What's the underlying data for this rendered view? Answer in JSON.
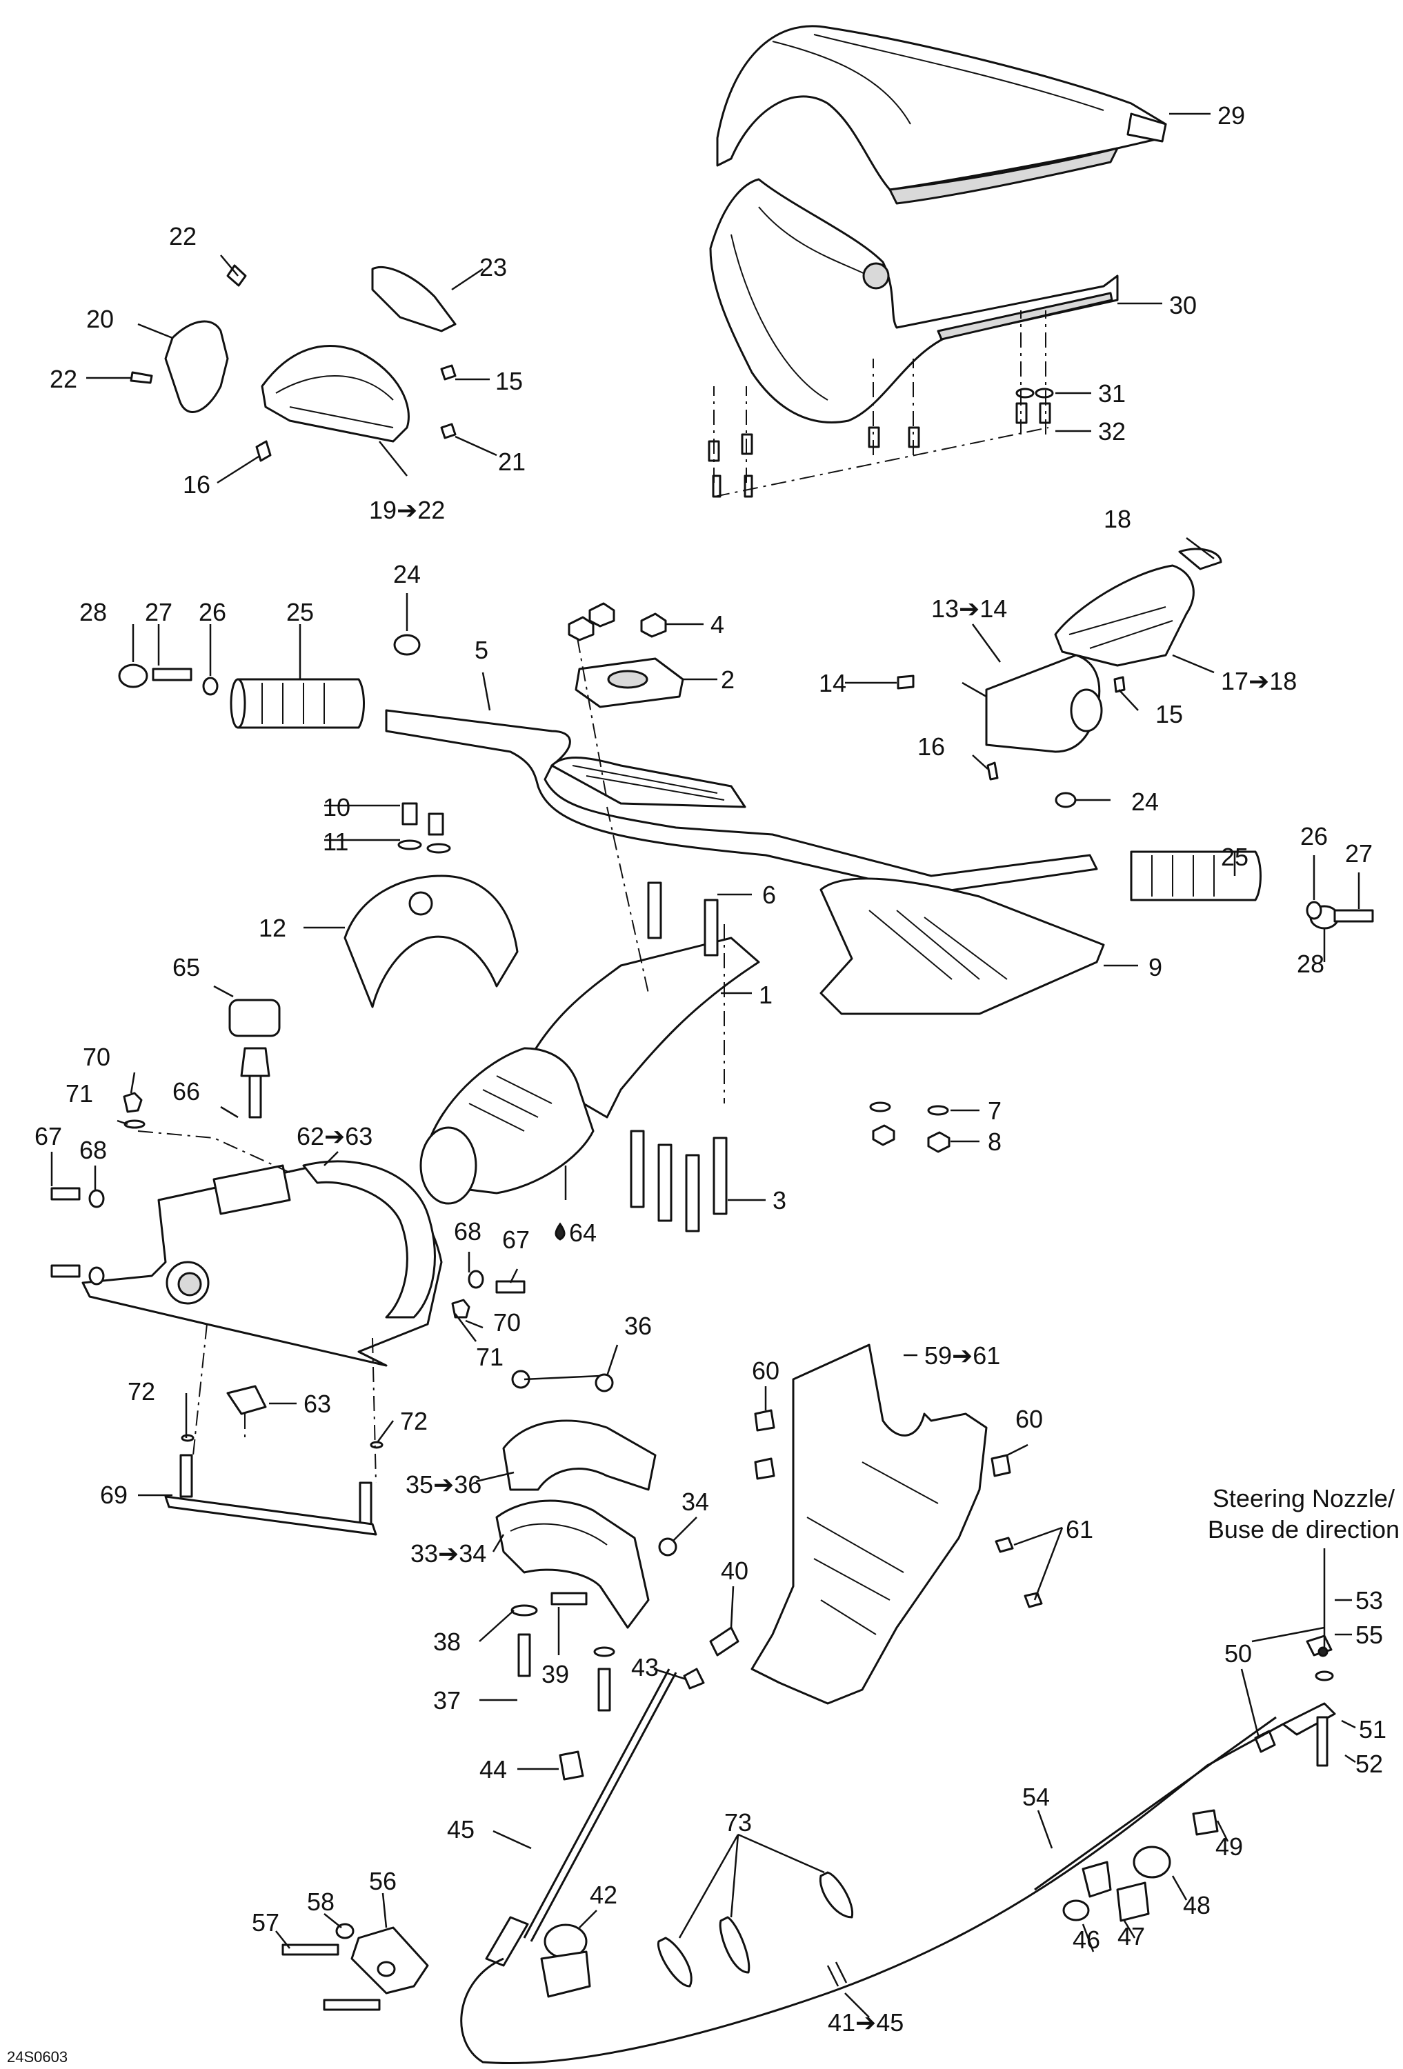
{
  "diagram": {
    "reference_code": "24S0603",
    "callout_note": "Steering Nozzle/\nBuse de direction",
    "labels": {
      "l29": "29",
      "l30": "30",
      "l31": "31",
      "l32": "32",
      "l22a": "22",
      "l23": "23",
      "l20": "20",
      "l22b": "22",
      "l15a": "15",
      "l21": "21",
      "l16a": "16",
      "l19": "19➔22",
      "l18": "18",
      "l24a": "24",
      "l4": "4",
      "l28a": "28",
      "l27a": "27",
      "l26a": "26",
      "l25a": "25",
      "l5": "5",
      "l2": "2",
      "l13": "13➔14",
      "l14": "14",
      "l17": "17➔18",
      "l15b": "15",
      "l16b": "16",
      "l24b": "24",
      "l10": "10",
      "l11": "11",
      "l6": "6",
      "l25b": "25",
      "l26b": "26",
      "l27b": "27",
      "l12": "12",
      "l9": "9",
      "l1": "1",
      "l28b": "28",
      "l65": "65",
      "l70a": "70",
      "l66": "66",
      "l71a": "71",
      "l62": "62➔63",
      "l7": "7",
      "l8": "8",
      "l67a": "67",
      "l68a": "68",
      "l3": "3",
      "l64": "64",
      "l68b": "68",
      "l67b": "67",
      "l70b": "70",
      "l71b": "71",
      "l36": "36",
      "l59": "59➔61",
      "l60a": "60",
      "l72a": "72",
      "l63": "63",
      "l72b": "72",
      "l60b": "60",
      "l69": "69",
      "l35": "35➔36",
      "l34": "34",
      "l61": "61",
      "l33": "33➔34",
      "l40": "40",
      "l53": "53",
      "l55": "55",
      "l38": "38",
      "l39": "39",
      "l43": "43",
      "l50": "50",
      "l51": "51",
      "l37": "37",
      "l52": "52",
      "l44": "44",
      "l54": "54",
      "l45": "45",
      "l49": "49",
      "l73": "73",
      "l56": "56",
      "l42": "42",
      "l58": "58",
      "l48": "48",
      "l57": "57",
      "l46": "46",
      "l47": "47",
      "l41": "41➔45"
    }
  }
}
